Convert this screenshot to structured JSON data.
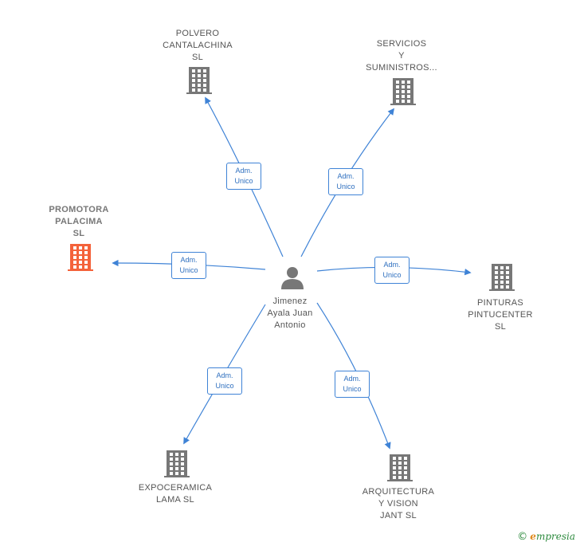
{
  "center": {
    "name_lines": [
      "Jimenez",
      "Ayala Juan",
      "Antonio"
    ],
    "icon": "person-icon"
  },
  "companies": [
    {
      "id": "polvero",
      "lines": [
        "POLVERO",
        "CANTALACHINA",
        "SL"
      ],
      "icon": "building-icon",
      "color": "#777777"
    },
    {
      "id": "servicios",
      "lines": [
        "SERVICIOS",
        "Y",
        "SUMINISTROS..."
      ],
      "icon": "building-icon",
      "color": "#777777"
    },
    {
      "id": "promotora",
      "lines": [
        "PROMOTORA",
        "PALACIMA",
        "SL"
      ],
      "icon": "building-icon",
      "color": "#f4623a"
    },
    {
      "id": "pinturas",
      "lines": [
        "PINTURAS",
        "PINTUCENTER",
        "SL"
      ],
      "icon": "building-icon",
      "color": "#777777"
    },
    {
      "id": "expoceramica",
      "lines": [
        "EXPOCERAMICA",
        "LAMA  SL"
      ],
      "icon": "building-icon",
      "color": "#777777"
    },
    {
      "id": "arquitectura",
      "lines": [
        "ARQUITECTURA",
        "Y VISION",
        "JANT  SL"
      ],
      "icon": "building-icon",
      "color": "#777777"
    }
  ],
  "edges": [
    {
      "to": "polvero",
      "lines": [
        "Adm.",
        "Unico"
      ]
    },
    {
      "to": "servicios",
      "lines": [
        "Adm.",
        "Unico"
      ]
    },
    {
      "to": "promotora",
      "lines": [
        "Adm.",
        "Unico"
      ]
    },
    {
      "to": "pinturas",
      "lines": [
        "Adm.",
        "Unico"
      ]
    },
    {
      "to": "expoceramica",
      "lines": [
        "Adm.",
        "Unico"
      ]
    },
    {
      "to": "arquitectura",
      "lines": [
        "Adm.",
        "Unico"
      ]
    }
  ],
  "colors": {
    "edge": "#3f83d6",
    "icon_default": "#777777",
    "icon_highlight": "#f4623a"
  },
  "watermark": {
    "copyright": "©",
    "brand_initial": "e",
    "brand_rest": "mpresia"
  }
}
